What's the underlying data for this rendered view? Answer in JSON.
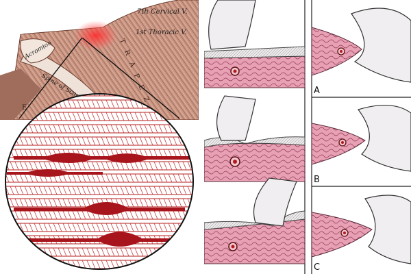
{
  "anatomy": {
    "label_cervical": "7th Cervical V.",
    "label_thoracic": "1st Thoracic V.",
    "label_acromion": "Acromion",
    "label_spine": "Spine of Scapula",
    "label_trapezius": "T R A P E Z",
    "label_e": "E",
    "highlight_color": "#e8312f"
  },
  "fiber_zoom": {
    "fiber_color": "#b51b1b",
    "nodule_color": "#a8141b"
  },
  "palpation": {
    "panels": [
      {
        "id": "A",
        "label": "A"
      },
      {
        "id": "B",
        "label": "B"
      },
      {
        "id": "C",
        "label": "C"
      }
    ],
    "tissue_color": "#e8a0b4",
    "nodule_color": "#b01a1a"
  }
}
